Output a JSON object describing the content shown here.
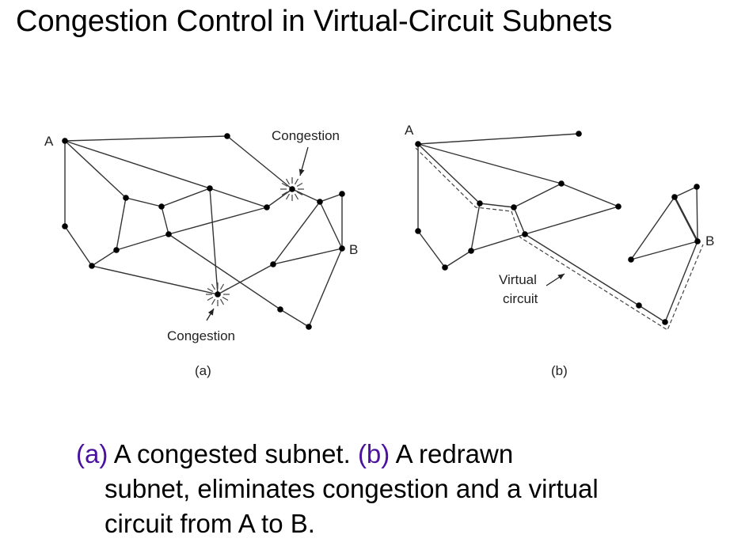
{
  "title": "Congestion Control in Virtual-Circuit Subnets",
  "figure_a": {
    "node_a_label": "A",
    "node_b_label": "B",
    "congestion_label_top": "Congestion",
    "congestion_label_bottom": "Congestion",
    "sublabel": "(a)"
  },
  "figure_b": {
    "node_a_label": "A",
    "node_b_label": "B",
    "vc_label_line1": "Virtual",
    "vc_label_line2": "circuit",
    "sublabel": "(b)"
  },
  "caption": {
    "tag_a": "(a)",
    "text_a": " A congested subnet.  ",
    "tag_b": "(b)",
    "text_b": " A redrawn",
    "line2": "subnet, eliminates congestion and a virtual",
    "line3": "circuit from A to B."
  },
  "colors": {
    "tag": "#4b12a0",
    "line": "#222222"
  }
}
